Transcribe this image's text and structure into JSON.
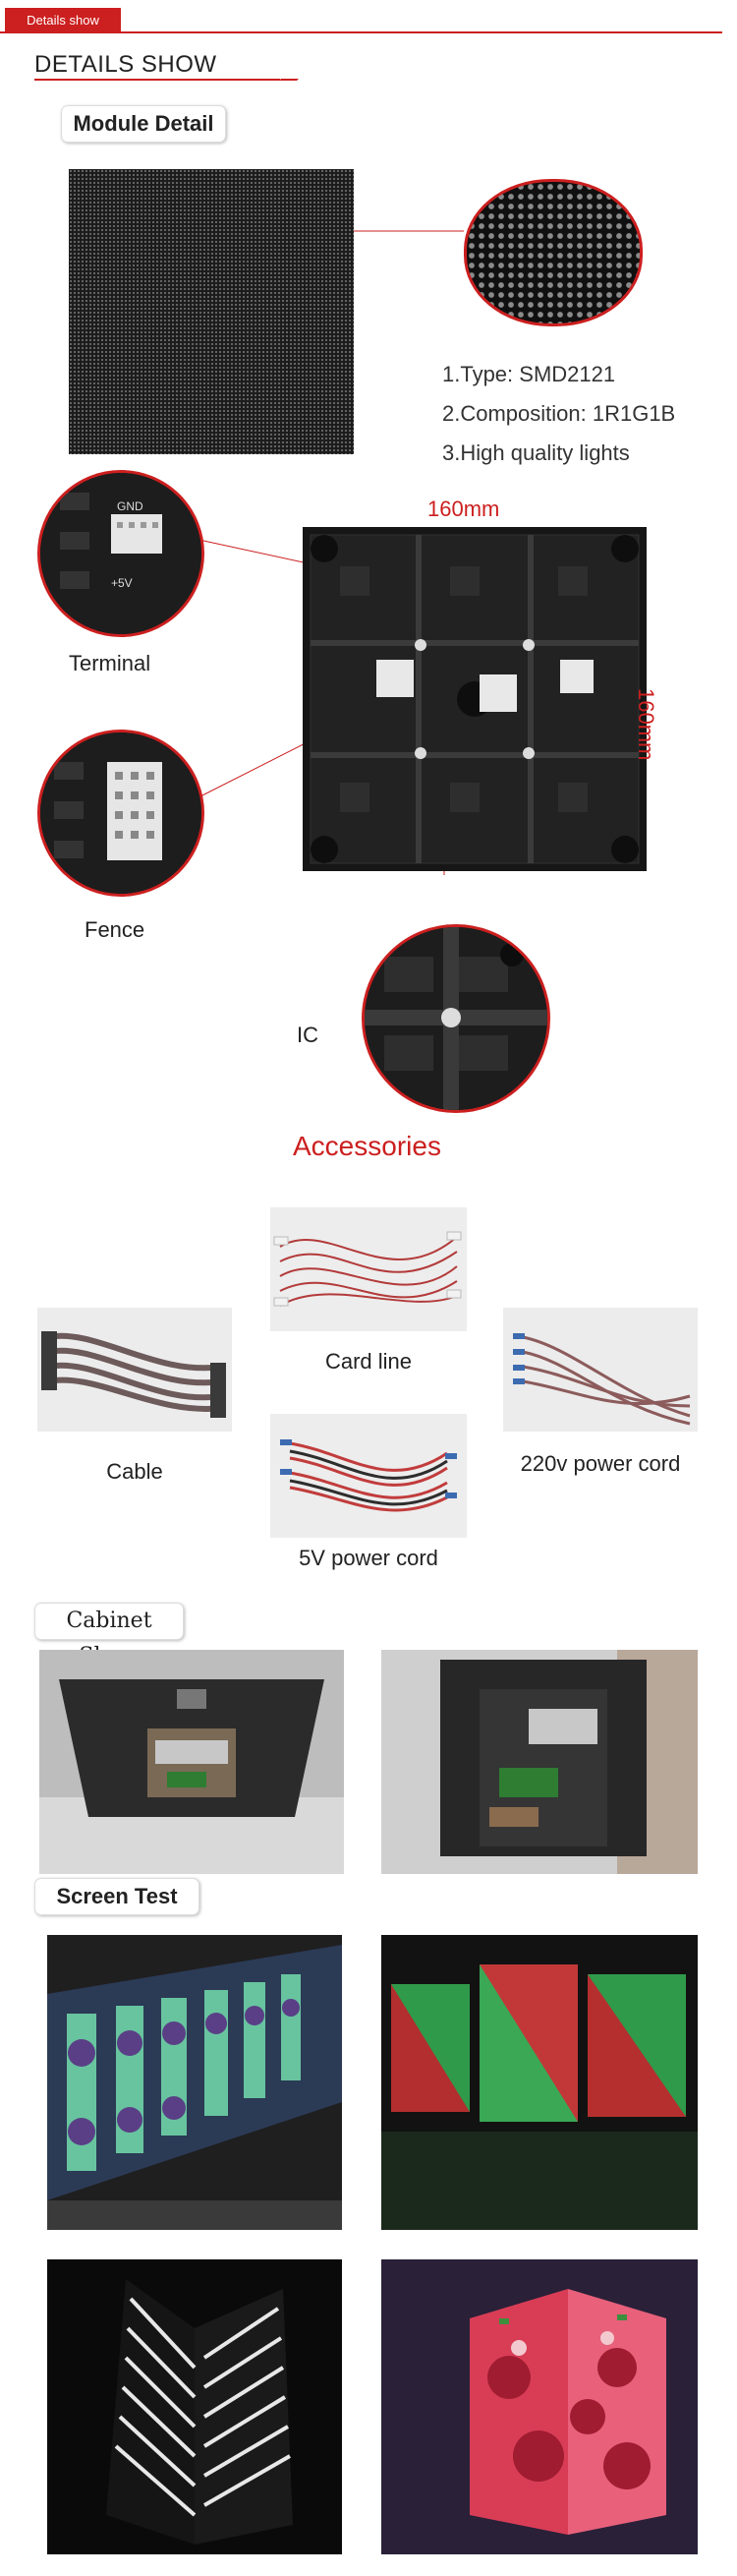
{
  "header": {
    "tab_label": "Details show",
    "section_title": "DETAILS SHOW"
  },
  "module_detail": {
    "tag": "Module Detail",
    "specs": [
      "1.Type: SMD2121",
      "2.Composition: 1R1G1B",
      "3.High quality lights"
    ],
    "dimension_top": "160mm",
    "dimension_side": "160mm",
    "callouts": {
      "terminal": "Terminal",
      "fence": "Fence",
      "ic": "IC"
    },
    "pcb_text": {
      "gnd": "GND",
      "plus5v": "+5V"
    }
  },
  "accessories": {
    "title": "Accessories",
    "items": [
      "Card line",
      "Cable",
      "220v power cord",
      "5V power cord"
    ]
  },
  "cabinet": {
    "tag": "Cabinet Show"
  },
  "screen_test": {
    "tag": "Screen Test"
  },
  "colors": {
    "accent": "#cc1f1f"
  }
}
